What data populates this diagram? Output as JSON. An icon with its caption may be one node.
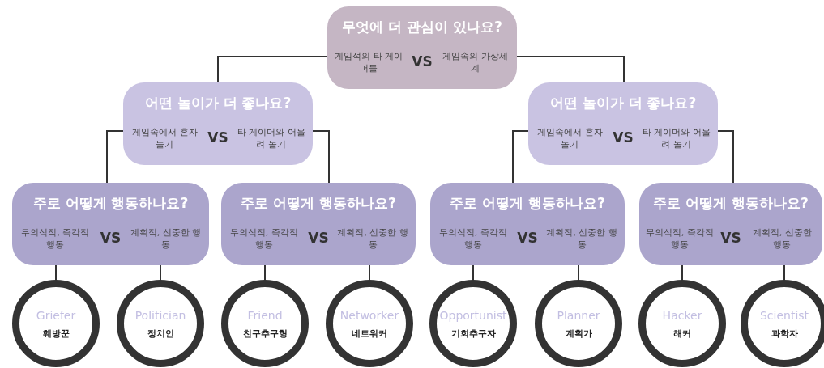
{
  "diagram": {
    "nodes": [
      {
        "text": [
          "무엇에 더 관심이 있나요?",
          "게임석의 타 게이머들",
          "VS",
          "게임속의 가상세계"
        ]
      },
      {
        "text": [
          "어떤 놀이가 더 좋나요?",
          "게임속에서 혼자 놀기",
          "VS",
          "타 게이머와 어울려 놀기"
        ]
      },
      {
        "text": [
          "어떤 놀이가 더 좋나요?",
          "게임속에서 혼자 놀기",
          "VS",
          "타 게이머와 어울려 놀기"
        ]
      },
      {
        "text": [
          "주로 어떻게 행동하나요?",
          "무의식적, 즉각적 행동",
          "VS",
          "계획적, 신중한 행동"
        ]
      },
      {
        "text": [
          "주로 어떻게 행동하나요?",
          "무의식적, 즉각적 행동",
          "VS",
          "계획적, 신중한 행동"
        ]
      },
      {
        "text": [
          "주로 어떻게 행동하나요?",
          "무의식적, 즉각적 행동",
          "VS",
          "계획적, 신중한 행동"
        ]
      },
      {
        "text": [
          "주로 어떻게 행동하나요?",
          "무의식적, 즉각적 행동",
          "VS",
          "계획적, 신중한 행동"
        ]
      },
      {
        "text": [
          "Griefer",
          "훼방꾼"
        ]
      },
      {
        "text": [
          "Politician",
          "정치인"
        ]
      },
      {
        "text": [
          "Friend",
          "친구추구형"
        ]
      },
      {
        "text": [
          "Networker",
          "네트워커"
        ]
      },
      {
        "text": [
          "Opportunist",
          "기회추구자"
        ]
      },
      {
        "text": [
          "Planner",
          "계획가"
        ]
      },
      {
        "text": [
          "Hacker",
          "해커"
        ]
      },
      {
        "text": [
          "Scientist",
          "과학자"
        ]
      }
    ],
    "edges": [
      {
        "from": 0,
        "to": 1,
        "arrow": "none"
      },
      {
        "from": 0,
        "to": 2,
        "arrow": "none"
      },
      {
        "from": 1,
        "to": 3,
        "arrow": "none"
      },
      {
        "from": 1,
        "to": 4,
        "arrow": "none"
      },
      {
        "from": 2,
        "to": 5,
        "arrow": "none"
      },
      {
        "from": 2,
        "to": 6,
        "arrow": "none"
      },
      {
        "from": 3,
        "to": 7,
        "arrow": "none"
      },
      {
        "from": 3,
        "to": 8,
        "arrow": "none"
      },
      {
        "from": 4,
        "to": 9,
        "arrow": "none"
      },
      {
        "from": 4,
        "to": 10,
        "arrow": "none"
      },
      {
        "from": 5,
        "to": 11,
        "arrow": "none"
      },
      {
        "from": 5,
        "to": 12,
        "arrow": "none"
      },
      {
        "from": 6,
        "to": 13,
        "arrow": "none"
      },
      {
        "from": 6,
        "to": 14,
        "arrow": "none"
      }
    ]
  }
}
